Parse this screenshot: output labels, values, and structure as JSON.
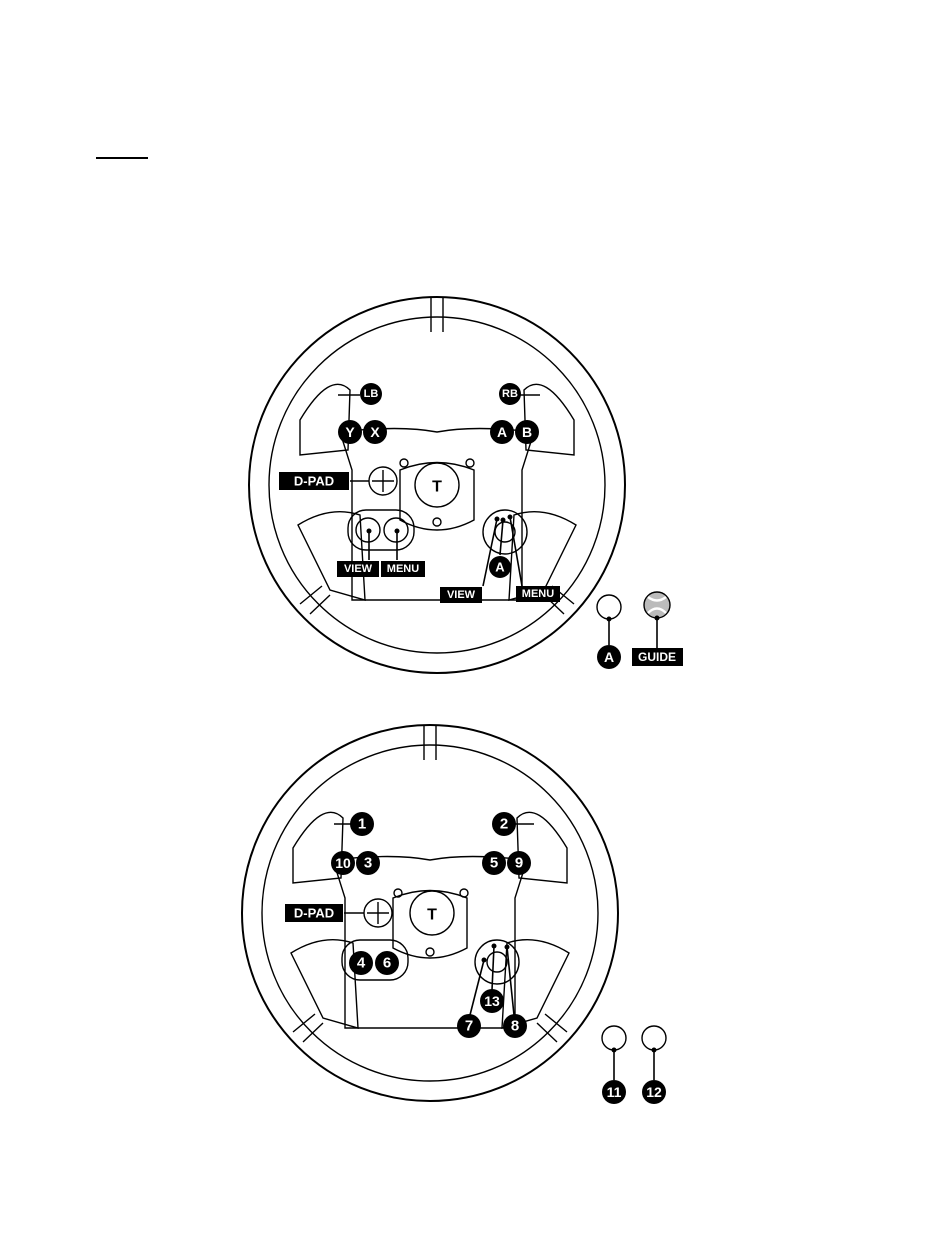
{
  "wheel_top": {
    "callouts": {
      "lb": "LB",
      "rb": "RB",
      "y": "Y",
      "x": "X",
      "a": "A",
      "b": "B",
      "dpad": "D-PAD",
      "view_left": "VIEW",
      "menu_left": "MENU",
      "a_center": "A",
      "view_right": "VIEW",
      "menu_right": "MENU",
      "a_external": "A",
      "guide": "GUIDE"
    }
  },
  "wheel_bottom": {
    "callouts": {
      "b1": "1",
      "b2": "2",
      "b10": "10",
      "b3": "3",
      "b5": "5",
      "b9": "9",
      "dpad": "D-PAD",
      "b4": "4",
      "b6": "6",
      "b13": "13",
      "b7": "7",
      "b8": "8",
      "b11": "11",
      "b12": "12"
    }
  }
}
